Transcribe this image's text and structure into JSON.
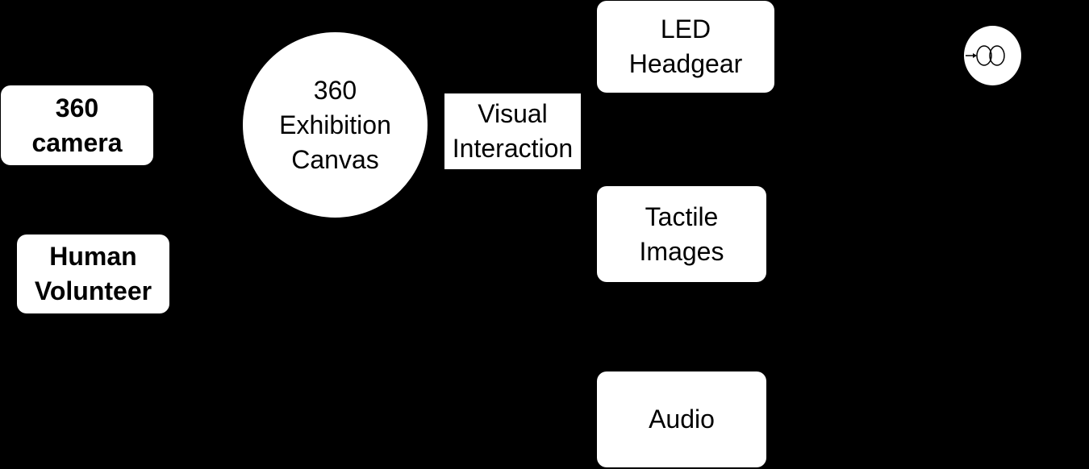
{
  "nodes": {
    "camera": {
      "lines": [
        "360",
        "camera"
      ]
    },
    "volunteer": {
      "lines": [
        "Human",
        "Volunteer"
      ]
    },
    "canvas": {
      "lines": [
        "360",
        "Exhibition",
        "Canvas"
      ]
    },
    "interaction": {
      "lines": [
        "Visual",
        "Interaction"
      ]
    },
    "led": {
      "lines": [
        "LED",
        "Headgear"
      ]
    },
    "tactile": {
      "lines": [
        "Tactile",
        "Images"
      ]
    },
    "audio": {
      "lines": [
        "Audio"
      ]
    }
  },
  "icons": {
    "eye": "eye-icon"
  },
  "colors": {
    "background": "#000000",
    "node_fill": "#ffffff",
    "text": "#000000"
  }
}
